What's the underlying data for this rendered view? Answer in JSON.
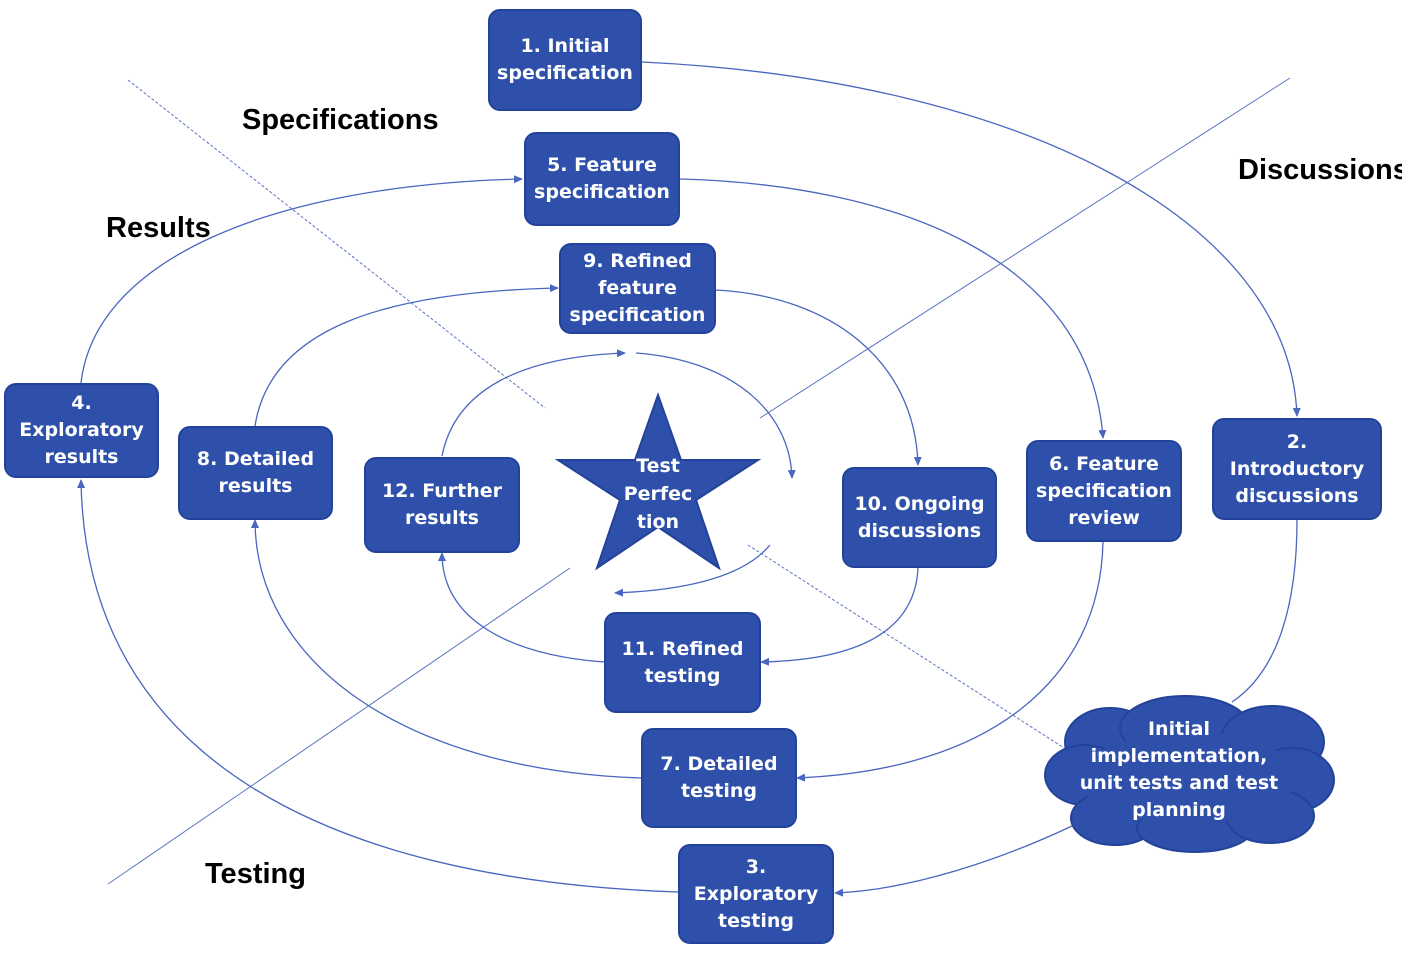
{
  "quadrants": {
    "specifications": "Specifications",
    "discussions": "Discussions",
    "results": "Results",
    "testing": "Testing"
  },
  "center": {
    "label_lines": [
      "Test",
      "Perfec",
      "tion"
    ]
  },
  "steps": [
    {
      "id": "step-1",
      "lines": [
        "1. Initial",
        "specification"
      ]
    },
    {
      "id": "step-2",
      "lines": [
        "2. Introductory",
        "discussions"
      ]
    },
    {
      "id": "step-3",
      "lines": [
        "3. Exploratory",
        "testing"
      ]
    },
    {
      "id": "step-4",
      "lines": [
        "4. Exploratory",
        "results"
      ]
    },
    {
      "id": "step-5",
      "lines": [
        "5. Feature",
        "specification"
      ]
    },
    {
      "id": "step-6",
      "lines": [
        "6. Feature",
        "specification",
        "review"
      ]
    },
    {
      "id": "step-7",
      "lines": [
        "7. Detailed",
        "testing"
      ]
    },
    {
      "id": "step-8",
      "lines": [
        "8. Detailed",
        "results"
      ]
    },
    {
      "id": "step-9",
      "lines": [
        "9. Refined",
        "feature",
        "specification"
      ]
    },
    {
      "id": "step-10",
      "lines": [
        "10. Ongoing",
        "discussions"
      ]
    },
    {
      "id": "step-11",
      "lines": [
        "11. Refined",
        "testing"
      ]
    },
    {
      "id": "step-12",
      "lines": [
        "12. Further",
        "results"
      ]
    }
  ],
  "cloud": {
    "label_lines": [
      "Initial",
      "implementation,",
      "unit tests and test",
      "planning"
    ]
  },
  "colors": {
    "box_fill": "#2e50aa",
    "box_border": "#23439a",
    "line": "#4a66c0",
    "text": "#ffffff"
  }
}
